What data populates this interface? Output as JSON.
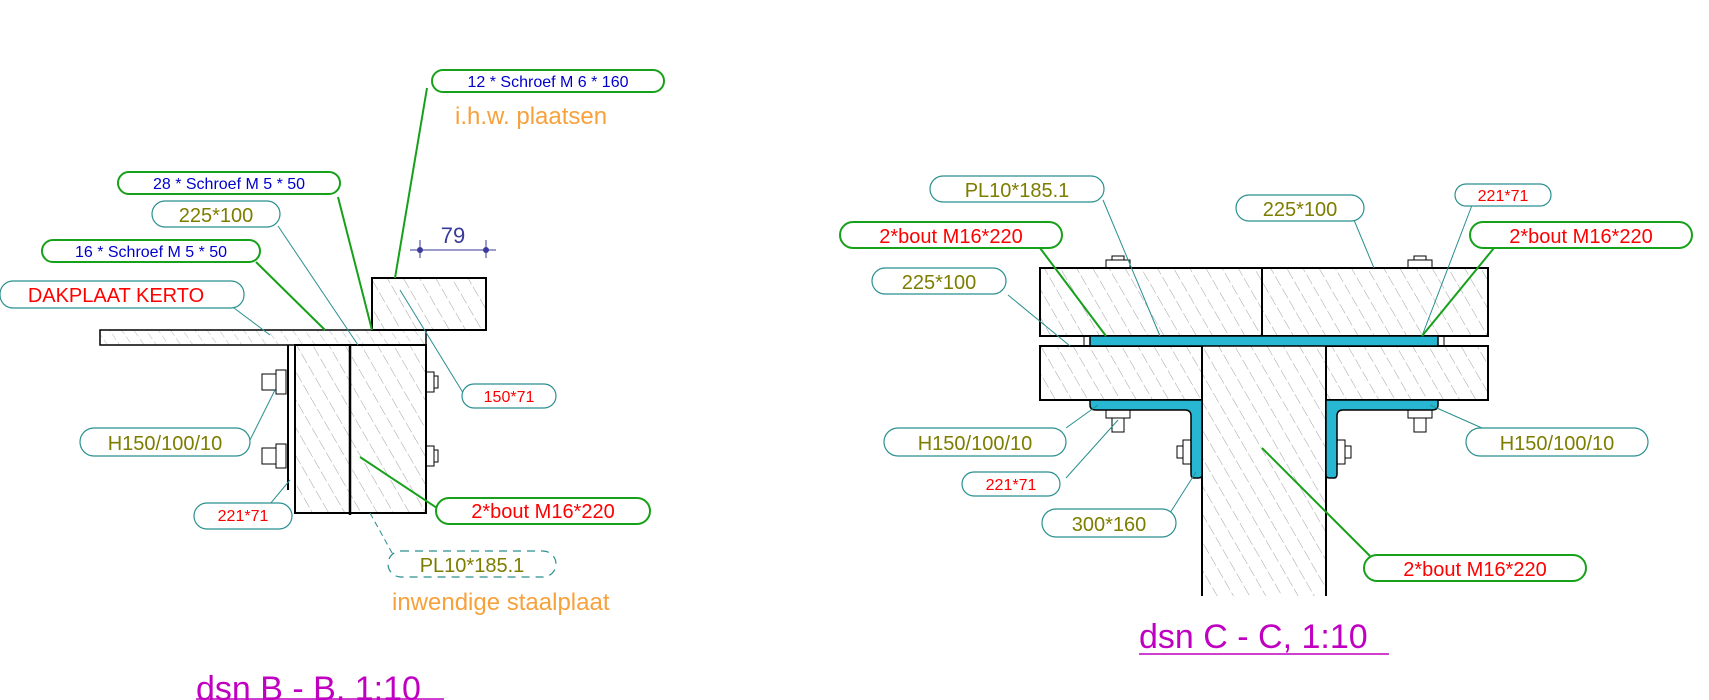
{
  "detail_b": {
    "title": "dsn B - B, 1:10",
    "labels": {
      "screw_12": "12 * Schroef M 6 * 160",
      "place_on_site": "i.h.w. plaatsen",
      "screw_28": "28 * Schroef M 5 * 50",
      "beam_225": "225*100",
      "screw_16": "16 * Schroef M 5 * 50",
      "roof_plate": "DAKPLAAT KERTO",
      "dim_79": "79",
      "beam_150": "150*71",
      "angle_h150": "H150/100/10",
      "bolt": "2*bout M16*220",
      "beam_221": "221*71",
      "plate": "PL10*185.1",
      "internal_plate": "inwendige staalplaat"
    }
  },
  "detail_c": {
    "title": "dsn C - C, 1:10",
    "labels": {
      "plate": "PL10*185.1",
      "beam_225_top": "225*100",
      "beam_221_top": "221*71",
      "bolt_left": "2*bout M16*220",
      "bolt_right": "2*bout M16*220",
      "beam_225_left": "225*100",
      "angle_left": "H150/100/10",
      "angle_right": "H150/100/10",
      "beam_221_bottom": "221*71",
      "beam_300": "300*160",
      "bolt_bottom": "2*bout M16*220"
    }
  },
  "colors": {
    "steel": "#28b7d3",
    "leader_teal": "#2a8f8f",
    "leader_green": "#17a11a",
    "title_magenta": "#c000c0"
  }
}
